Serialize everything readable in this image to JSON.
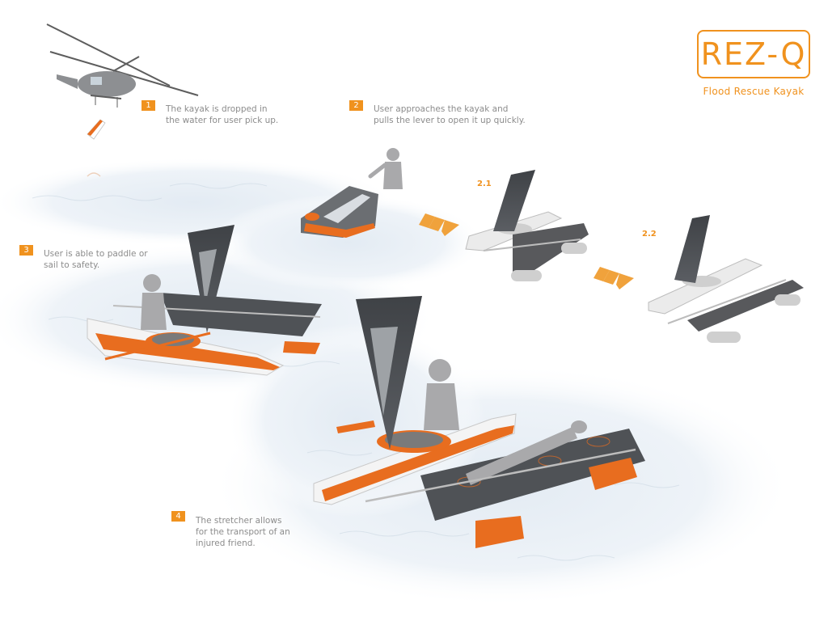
{
  "logo": {
    "title": "REZ-Q",
    "subtitle": "Flood Rescue Kayak"
  },
  "steps": [
    {
      "number": "1",
      "lines": [
        "The kayak is dropped in",
        "the water for user pick up."
      ]
    },
    {
      "number": "2",
      "lines": [
        "User approaches the kayak and",
        "pulls the lever to open it up quickly."
      ]
    },
    {
      "number": "3",
      "lines": [
        "User is able to paddle or",
        "sail to safety."
      ]
    },
    {
      "number": "4",
      "lines": [
        "The stretcher allows",
        "for the transport of an",
        "injured friend."
      ]
    }
  ],
  "sub_steps": [
    "2.1",
    "2.2"
  ],
  "colors": {
    "accent": "#f0921e",
    "water": "#dde8f2",
    "sail": "#4a4d52",
    "hull": "#f2f2f2",
    "figure": "#a9a9ab"
  },
  "icons": [
    "helicopter-icon",
    "arrow-right-icon"
  ]
}
